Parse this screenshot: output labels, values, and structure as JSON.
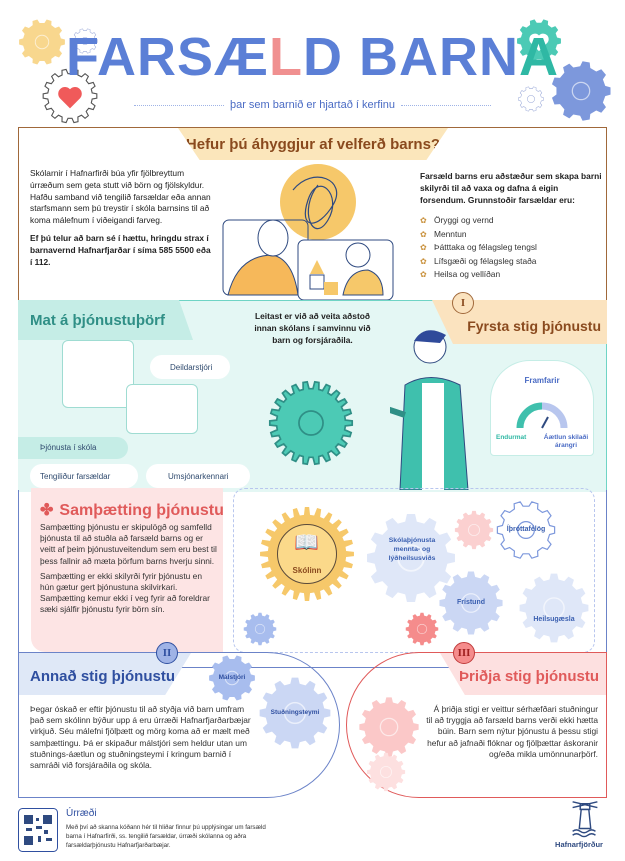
{
  "header": {
    "title_parts": [
      "F",
      "ARSÆ",
      "L",
      "D BARN",
      "A"
    ],
    "subtitle": "þar sem barnið er hjartað í kerfinu"
  },
  "concern": {
    "heading": "Hefur þú áhyggjur af velferð barns?",
    "intro": "Skólarnir í Hafnarfirði búa yfir fjölbreyttum úrræðum sem geta stutt við börn og fjölskyldur. Hafðu samband við tengilið farsældar eða annan starfsmann sem þú treystir í skóla barnsins til að koma málefnum í viðeigandi farveg.",
    "warning": "Ef þú telur að barn sé í hættu, hringdu strax í barnavernd Hafnarfjarðar í síma 585 5500 eða í 112.",
    "definition": "Farsæld barns eru aðstæður sem skapa barni skilyrði til að vaxa og dafna á eigin forsendum. Grunnstoðir farsældar eru:",
    "pillars": [
      "Öryggi og vernd",
      "Menntun",
      "Þátttaka og félagsleg tengsl",
      "Lífsgæði og félagsleg staða",
      "Heilsa og vellíðan"
    ]
  },
  "level1": {
    "numeral": "I",
    "heading": "Fyrsta stig þjónustu",
    "assessment": "Mat á þjónustuþörf",
    "description": "Leitast er við að veita aðstoð innan skólans í samvinnu við barn og forsjáraðila.",
    "roles": {
      "dept_head": "Deildarstjóri",
      "school_service": "Þjónusta í skóla",
      "contact": "Tengiliður farsældar",
      "teacher": "Umsjónarkennari"
    },
    "progress": {
      "title": "Framfarir",
      "left": "Endurmat",
      "right": "Áætlun skilaði árangri"
    }
  },
  "integration": {
    "heading": "Samþætting þjónustu",
    "p1": "Samþætting þjónustu er skipulögð og samfelld þjónusta til að stuðla að farsæld barns og er veitt af þeim þjónustuveitendum sem eru best til þess fallnir að mæta þörfum barns hverju sinni.",
    "p2": "Samþætting er ekki skilyrði fyrir þjónustu en hún gætur gert þjónustuna skilvirkari. Samþætting kemur ekki í veg fyrir að foreldrar sæki sjálfir þjónustu fyrir börn sín.",
    "gears": {
      "school": "Skólinn",
      "school_service": "Skólaþjónusta mennta- og lýðheilsusviðs",
      "sports": "Íþróttafélög",
      "leisure": "Frístund",
      "health": "Heilsugæsla"
    }
  },
  "level2": {
    "numeral": "II",
    "heading": "Annað stig þjónustu",
    "case_manager": "Málstjóri",
    "support_team": "Stuðningsteymi",
    "text": "Þegar óskað er eftir þjónustu til að styðja við barn umfram það sem skólinn býður upp á eru úrræði Hafnarfjarðarbæjar virkjuð. Séu málefni fjölþætt og mörg koma að er mælt með samþættingu. Þá er skipaður málstjóri sem heldur utan um stuðnings-áætlun og stuðningsteymi í kringum barnið í samráði við forsjáraðila og skóla."
  },
  "level3": {
    "numeral": "III",
    "heading": "Þriðja stig þjónustu",
    "text": "Á þriðja stigi er veittur sérhæfðari stuðningur til að tryggja að farsæld barns verði ekki hætta búin. Barn sem nýtur þjónustu á þessu stigi hefur að jafnaði flóknar og fjölþættar áskoranir og/eða mikla umönnunarþörf."
  },
  "footer": {
    "title": "Úrræði",
    "text": "Með því að skanna kóðann hér til hliðar finnur þú upplýsingar um farsæld barna í Hafnarfirði, ss. tengilið farsældar, úrræði skólanna og aðra farsældarþjónustu Hafnarfjarðarbæjar.",
    "logo": "Hafnarfjörður"
  },
  "colors": {
    "blue": "#5b7fd6",
    "teal": "#2fb8a4",
    "brown": "#8a4a1e",
    "red": "#e05a5a",
    "yellow": "#f6c86a"
  }
}
